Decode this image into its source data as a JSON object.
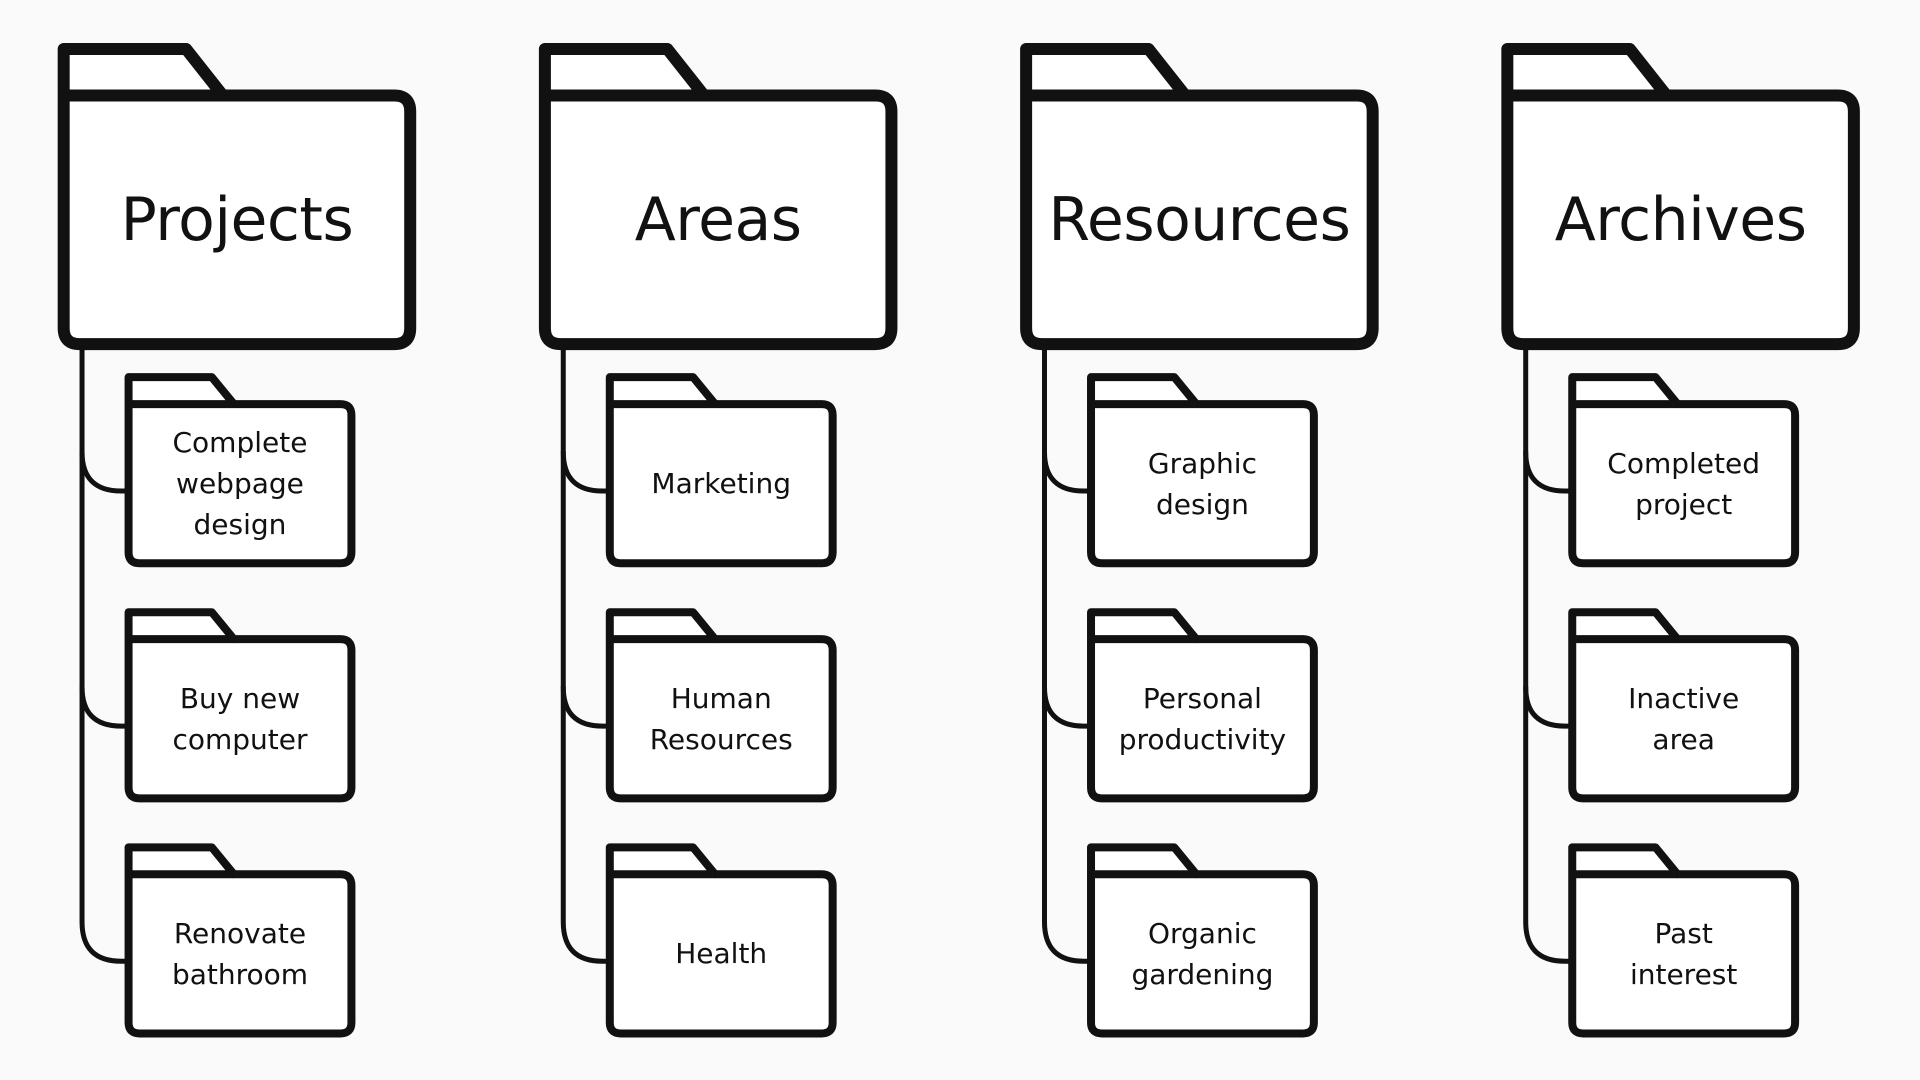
{
  "categories": [
    {
      "name": "Projects",
      "items": [
        "Complete\nwebpage\ndesign",
        "Buy new\ncomputer",
        "Renovate\nbathroom"
      ]
    },
    {
      "name": "Areas",
      "items": [
        "Marketing",
        "Human\nResources",
        "Health"
      ]
    },
    {
      "name": "Resources",
      "items": [
        "Graphic\ndesign",
        "Personal\nproductivity",
        "Organic\ngardening"
      ]
    },
    {
      "name": "Archives",
      "items": [
        "Completed\nproject",
        "Inactive\narea",
        "Past\ninterest"
      ]
    }
  ],
  "colors": {
    "stroke": "#111111",
    "folder_fill": "#ffffff",
    "background": "#fafafa",
    "text": "#111111"
  },
  "icons": {
    "category": "folder-icon",
    "item": "folder-icon"
  }
}
